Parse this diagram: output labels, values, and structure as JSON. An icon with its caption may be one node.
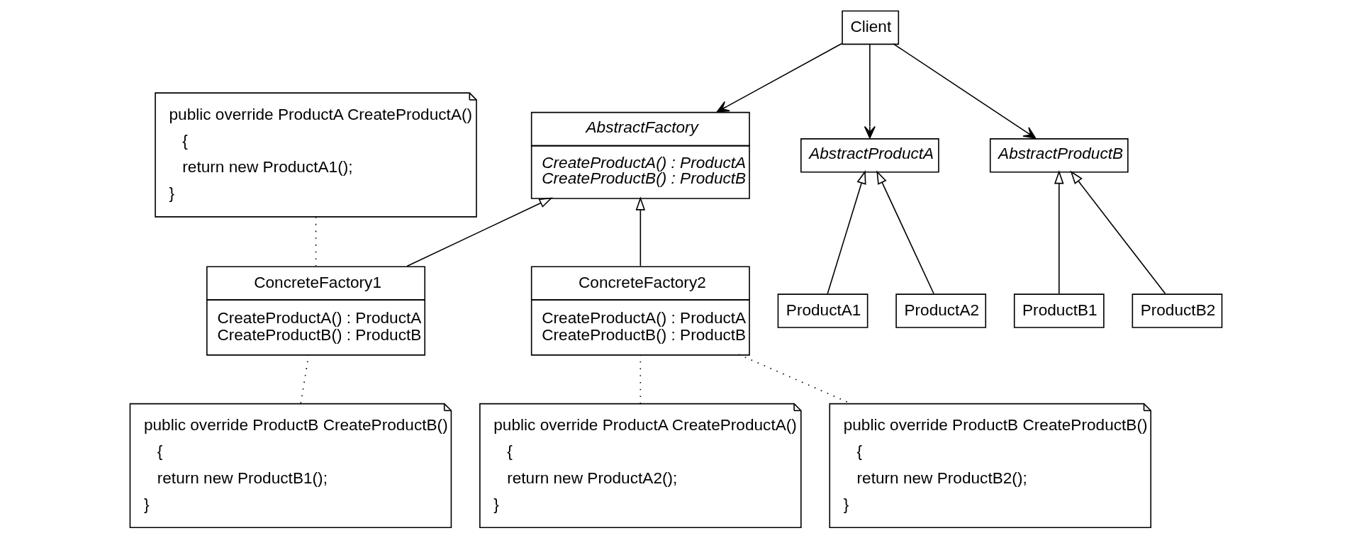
{
  "diagram": {
    "nodes": [
      {
        "text": [
          "Client"
        ]
      },
      {
        "text": [
          "AbstractFactory",
          "CreateProductA() : ProductA",
          "CreateProductB() : ProductB"
        ]
      },
      {
        "text": [
          "AbstractProductA"
        ]
      },
      {
        "text": [
          "AbstractProductB"
        ]
      },
      {
        "text": [
          "public override ProductA CreateProductA()",
          "{",
          "return new ProductA1();",
          "}"
        ]
      },
      {
        "text": [
          "ConcreteFactory1",
          "CreateProductA() : ProductA",
          "CreateProductB() : ProductB"
        ]
      },
      {
        "text": [
          "ConcreteFactory2",
          "CreateProductA() : ProductA",
          "CreateProductB() : ProductB"
        ]
      },
      {
        "text": [
          "ProductA1"
        ]
      },
      {
        "text": [
          "ProductA2"
        ]
      },
      {
        "text": [
          "ProductB1"
        ]
      },
      {
        "text": [
          "ProductB2"
        ]
      },
      {
        "text": [
          "public override ProductB CreateProductB()",
          "{",
          "return new ProductB1();",
          "}"
        ]
      },
      {
        "text": [
          "public override ProductA CreateProductA()",
          "{",
          "return new ProductA2();",
          "}"
        ]
      },
      {
        "text": [
          "public override ProductB CreateProductB()",
          "{",
          "return new ProductB2();",
          "}"
        ]
      }
    ],
    "edges": [
      {
        "from": 0,
        "to": 1,
        "arrow": "to"
      },
      {
        "from": 0,
        "to": 2,
        "arrow": "to"
      },
      {
        "from": 0,
        "to": 3,
        "arrow": "to"
      },
      {
        "from": 5,
        "to": 1,
        "arrow": "to"
      },
      {
        "from": 6,
        "to": 1,
        "arrow": "to"
      },
      {
        "from": 7,
        "to": 2,
        "arrow": "to"
      },
      {
        "from": 8,
        "to": 2,
        "arrow": "to"
      },
      {
        "from": 9,
        "to": 3,
        "arrow": "to"
      },
      {
        "from": 10,
        "to": 3,
        "arrow": "to"
      },
      {
        "from": 4,
        "to": 5,
        "arrow": "none",
        "style": "dashed"
      },
      {
        "from": 5,
        "to": 11,
        "arrow": "none",
        "style": "dashed"
      },
      {
        "from": 6,
        "to": 12,
        "arrow": "none",
        "style": "dashed"
      },
      {
        "from": 6,
        "to": 13,
        "arrow": "none",
        "style": "dashed"
      }
    ]
  }
}
